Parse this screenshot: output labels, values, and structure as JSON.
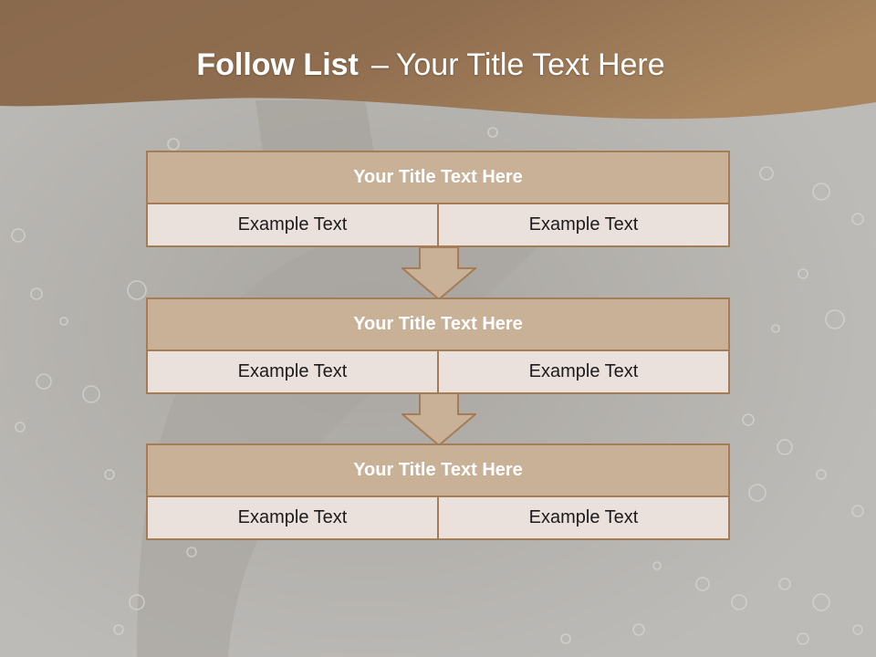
{
  "slide": {
    "title_bold": "Follow List",
    "title_separator": "–",
    "title_rest": "Your Title Text Here"
  },
  "steps": [
    {
      "title": "Your Title Text Here",
      "left_text": "Example Text",
      "right_text": "Example Text"
    },
    {
      "title": "Your Title Text Here",
      "left_text": "Example Text",
      "right_text": "Example Text"
    },
    {
      "title": "Your Title Text Here",
      "left_text": "Example Text",
      "right_text": "Example Text"
    }
  ],
  "colors": {
    "header_band": "#9a7452",
    "box_border": "#a47d57",
    "title_fill": "#c9b197",
    "cell_fill": "#ebe1dc",
    "arrow_fill": "#c9b197",
    "background": "#b3b1ad"
  }
}
